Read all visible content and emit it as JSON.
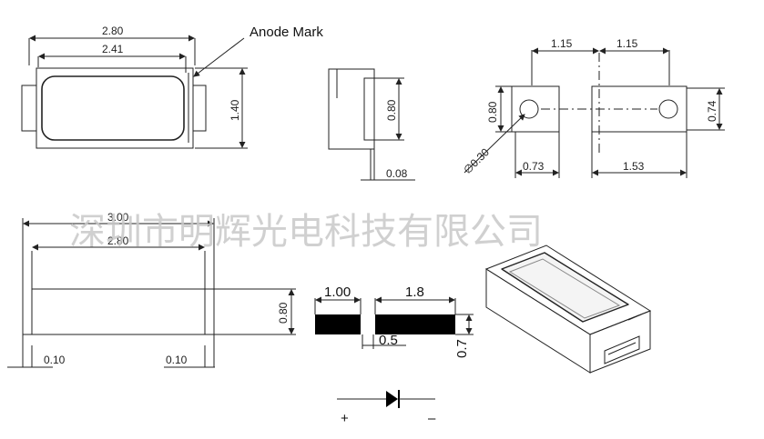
{
  "labels": {
    "anode_mark": "Anode Mark",
    "plus": "+",
    "minus": "–"
  },
  "watermark": "深圳市明辉光电科技有限公司",
  "top_view": {
    "outer_width": "2.80",
    "inner_width": "2.41",
    "height": "1.40"
  },
  "side_view": {
    "height": "0.80",
    "lead": "0.08"
  },
  "bottom_view": {
    "pitch_left": "1.15",
    "pitch_right": "1.15",
    "pad_height": "0.80",
    "pad_height_right": "0.74",
    "hole_diameter": "∅0.30",
    "pad_width": "0.73",
    "pad_span": "1.53"
  },
  "front_view": {
    "total_width": "3.00",
    "body_width": "2.80",
    "height": "0.80",
    "lead_left": "0.10",
    "lead_right": "0.10"
  },
  "footprint": {
    "pad_small": "1.00",
    "pad_large": "1.8",
    "gap": "0.5",
    "pad_height": "0.7"
  }
}
